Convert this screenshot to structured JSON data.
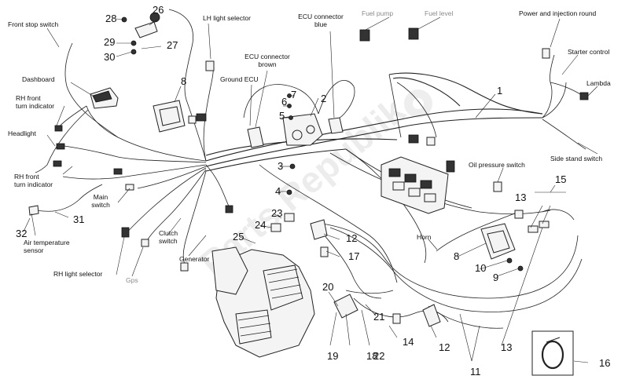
{
  "labels": {
    "front_stop_switch": "Front stop switch",
    "dashboard": "Dashboard",
    "rh_front_turn_indicator_1": "RH front\nturn indicator",
    "headlight": "Headlight",
    "rh_front_turn_indicator_2": "RH front\nturn indicator",
    "main_switch": "Main\nswitch",
    "air_temperature_sensor": "Air temperature\nsensor",
    "rh_light_selector": "RH light selector",
    "gps": "Gps",
    "clutch_switch": "Clutch\nswitch",
    "generator": "Generator",
    "lh_light_selector": "LH light selector",
    "ecu_connector_brown": "ECU connector\nbrown",
    "ground_ecu": "Ground ECU",
    "ecu_connector_blue": "ECU connector\nblue",
    "fuel_pump": "Fuel pump",
    "fuel_level": "Fuel level",
    "power_injection_round": "Power and injection round",
    "starter_control": "Starter control",
    "lambda": "Lambda",
    "side_stand_switch": "Side stand switch",
    "oil_pressure_switch": "Oil pressure switch",
    "horn": "Horn"
  },
  "numbers": [
    "1",
    "2",
    "3",
    "4",
    "5",
    "6",
    "7",
    "8",
    "8",
    "9",
    "10",
    "11",
    "12",
    "12",
    "13",
    "13",
    "14",
    "15",
    "16",
    "17",
    "18",
    "19",
    "20",
    "21",
    "22",
    "23",
    "24",
    "25",
    "26",
    "27",
    "28",
    "29",
    "30",
    "31",
    "32"
  ],
  "watermark": "Parts Republik"
}
